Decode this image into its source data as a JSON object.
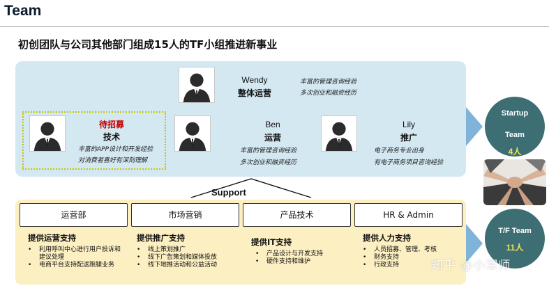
{
  "header": {
    "title": "Team",
    "subtitle": "初创团队与公司其他部门组成15人的TF小组推进新事业"
  },
  "people": {
    "wendy": {
      "name": "Wendy",
      "role": "整体运营",
      "desc": [
        "丰富的管理咨询经验",
        "多次创业和融资经历"
      ]
    },
    "tech": {
      "status": "待招募",
      "role": "技术",
      "desc": [
        "丰富的APP设计和开发经验",
        "对消费者喜好有深刻理解"
      ]
    },
    "ben": {
      "name": "Ben",
      "role": "运营",
      "desc": [
        "丰富的管理咨询经验",
        "多次创业和融资经历"
      ]
    },
    "lily": {
      "name": "Lily",
      "role": "推广",
      "desc": [
        "电子商务专业出身",
        "有电子商务项目咨询经验"
      ]
    }
  },
  "support": {
    "label": "Support"
  },
  "departments": [
    {
      "name": "运营部",
      "head": "提供运营支持",
      "bullets": [
        "利用呼叫中心进行用户投诉和建议处理",
        "电商平台支持配送跑腿业务"
      ]
    },
    {
      "name": "市场营销",
      "head": "提供推广支持",
      "bullets": [
        "线上策划推广",
        "线下广告策划和媒体投放",
        "线下地推活动和公益活动"
      ]
    },
    {
      "name": "产品技术",
      "head": "提供IT支持",
      "bullets": [
        "产品设计与开发支持",
        "硬件支持和维护"
      ]
    },
    {
      "name": "HR & Admin",
      "head": "提供人力支持",
      "bullets": [
        "人员招募、管理、考核",
        "财务支持",
        "行政支持"
      ]
    }
  ],
  "teams": {
    "startup": {
      "label_line1": "Startup",
      "label_line2": "Team",
      "count": "4人"
    },
    "tf": {
      "label": "T/F Team",
      "count": "11人"
    }
  },
  "watermark": "知乎 @小军师",
  "colors": {
    "top_panel": "#d4e8f2",
    "bottom_panel": "#fcefc2",
    "circle": "#3d6e73",
    "count": "#f0e45a",
    "recruit": "#c00000",
    "chevron": "#7fb3d9"
  }
}
